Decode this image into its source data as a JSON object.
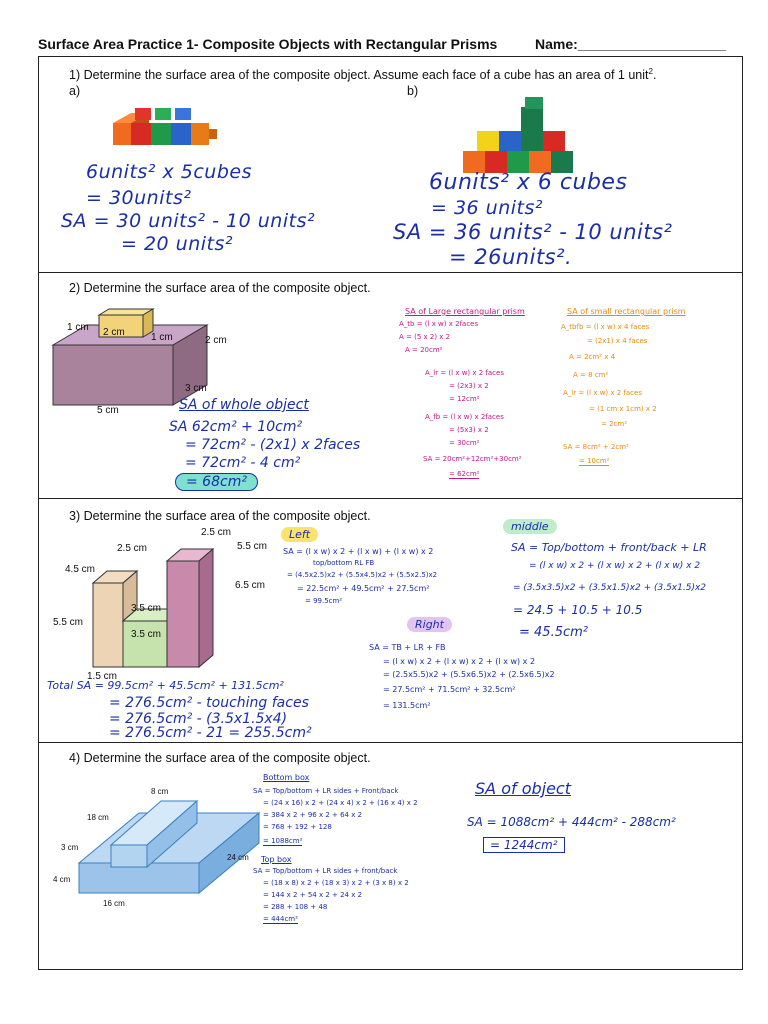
{
  "header": {
    "title": "Surface Area Practice 1- Composite Objects with Rectangular Prisms",
    "name_label": "Name:___________________"
  },
  "q1": {
    "prompt": "1)  Determine the surface area of the composite object. Assume each face of a cube has an area of 1 unit",
    "prompt_sup": "2",
    "prompt_end": ".",
    "a_label": "a)",
    "b_label": "b)",
    "a_work": [
      "6units² x 5cubes",
      "= 30units²",
      "SA = 30 units² - 10 units²",
      "= 20 units²"
    ],
    "b_work": [
      "6units² x 6 cubes",
      "= 36 units²",
      "SA = 36 units² - 10 units²",
      "= 26units²."
    ],
    "colors": {
      "orange": "#f06a1f",
      "red": "#d62a22",
      "green": "#1f9a4a",
      "yellow": "#f2d318",
      "darkgreen": "#1b7a4b",
      "blue": "#2a63c9"
    }
  },
  "q2": {
    "prompt": "2)  Determine the surface area of the composite object.",
    "dims": {
      "small_w": "2 cm",
      "small_h": "1 cm",
      "small_d": "1 cm",
      "big_h": "2 cm",
      "big_d": "3 cm",
      "big_w": "5 cm"
    },
    "whole_title": "SA of whole object",
    "whole_work": [
      "SA 62cm² + 10cm²",
      "= 72cm² - (2x1) x 2faces",
      "= 72cm² - 4 cm²",
      "= 68cm²"
    ],
    "large_title": "SA of Large rectangular prism",
    "large_work": [
      "A_tb = (l x w) x 2faces",
      "A = (5 x 2) x 2",
      "A = 20cm²",
      "A_lr = (l x w) x 2 faces",
      "= (2x3) x 2",
      "= 12cm²",
      "A_fb = (l x w) x 2faces",
      "= (5x3) x 2",
      "= 30cm²",
      "SA = 20cm²+12cm²+30cm²",
      "= 62cm²"
    ],
    "small_title": "SA of small rectangular prism",
    "small_work": [
      "A_tbfb = (l x w) x 4 faces",
      "= (2x1) x 4 faces",
      "A = 2cm² x 4",
      "A = 8 cm²",
      "A_lr = (l x w) x 2 faces",
      "= (1 cm x 1cm) x 2",
      "= 2cm²",
      "SA = 8cm² + 2cm²",
      "= 10cm²"
    ]
  },
  "q3": {
    "prompt": "3)  Determine the surface area of the composite object.",
    "dims": {
      "top_left": "2.5 cm",
      "top_right": "2.5 cm",
      "right_depth": "5.5 cm",
      "left_h": "4.5 cm",
      "right_h": "6.5 cm",
      "inner1": "3.5 cm",
      "inner2": "3.5 cm",
      "left_side": "5.5 cm",
      "bottom": "1.5 cm"
    },
    "left_tag": "Left",
    "left_work": [
      "SA = (l x w) x 2 + (l x w) + (l x w) x 2",
      "top/bottom      RL        FB",
      "= (4.5x2.5)x2 + (5.5x4.5)x2 + (5.5x2.5)x2",
      "= 22.5cm² + 49.5cm² + 27.5cm²",
      "= 99.5cm²"
    ],
    "middle_tag": "middle",
    "middle_work": [
      "SA = Top/bottom + front/back + LR",
      "= (l x w) x 2 + (l x w) x 2 + (l x w) x 2",
      "= (3.5x3.5)x2 + (3.5x1.5)x2 + (3.5x1.5)x2",
      "= 24.5 + 10.5 + 10.5",
      "= 45.5cm²"
    ],
    "right_tag": "Right",
    "right_work": [
      "SA = TB + LR + FB",
      "= (l x w) x 2 + (l x w) x 2 + (l x w) x 2",
      "= (2.5x5.5)x2 + (5.5x6.5)x2 + (2.5x6.5)x2",
      "= 27.5cm² + 71.5cm² + 32.5cm²",
      "= 131.5cm²"
    ],
    "total_work": [
      "Total SA = 99.5cm² + 45.5cm² + 131.5cm²",
      "= 276.5cm² - touching faces",
      "= 276.5cm² - (3.5x1.5x4)",
      "= 276.5cm² - 21 = 255.5cm²"
    ]
  },
  "q4": {
    "prompt": "4)  Determine the surface area of the composite object.",
    "dims": {
      "top": "8 cm",
      "depth_top": "18 cm",
      "h_top": "3 cm",
      "right": "24 cm",
      "h_bottom": "4 cm",
      "bottom": "16 cm"
    },
    "bottom_title": "Bottom box",
    "bottom_work": [
      "SA = Top/bottom + LR sides + Front/back",
      "= (24 x 16) x 2 + (24 x 4) x 2 + (16 x 4) x 2",
      "= 384 x 2 + 96 x 2 + 64 x 2",
      "= 768 + 192 + 128",
      "= 1088cm²"
    ],
    "top_title": "Top box",
    "top_work": [
      "SA = Top/bottom + LR sides + front/back",
      "= (18 x 8) x 2 + (18 x 3) x 2 + (3 x 8) x 2",
      "= 144 x 2 + 54 x 2 + 24 x 2",
      "= 288 + 108 + 48",
      "= 444cm²"
    ],
    "object_title": "SA of object",
    "object_work": [
      "SA = 1088cm² + 444cm² - 288cm²",
      "= 1244cm²"
    ]
  }
}
